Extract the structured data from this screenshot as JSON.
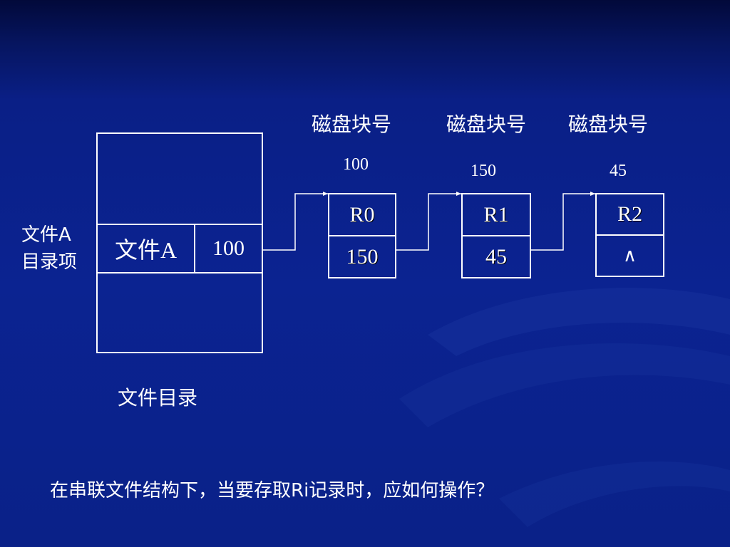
{
  "block_headers": [
    "磁盘块号",
    "磁盘块号",
    "磁盘块号"
  ],
  "block_numbers": [
    "100",
    "150",
    "45"
  ],
  "directory": {
    "caption": "文件目录",
    "entry_label_line1": "文件A",
    "entry_label_line2": "目录项",
    "entry_name": "文件A",
    "entry_start_block": "100"
  },
  "records": [
    {
      "name": "R0",
      "next": "150"
    },
    {
      "name": "R1",
      "next": "45"
    },
    {
      "name": "R2",
      "next": "∧"
    }
  ],
  "question": "在串联文件结构下，当要存取Ri记录时，应如何操作？",
  "colors": {
    "background": "#0b2391",
    "foreground": "#ffffff"
  }
}
